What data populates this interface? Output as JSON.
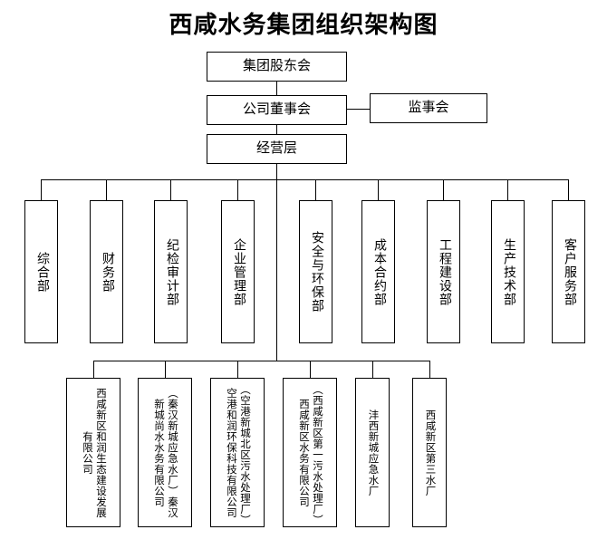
{
  "title": "西咸水务集团组织架构图",
  "colors": {
    "background": "#ffffff",
    "stroke": "#000000",
    "text": "#000000"
  },
  "top_level": {
    "shareholders": "集团股东会",
    "board": "公司董事会",
    "supervisors": "监事会",
    "management": "经营层"
  },
  "departments": [
    {
      "label": "综合部"
    },
    {
      "label": "财务部"
    },
    {
      "label": "纪检审计部"
    },
    {
      "label": "企业管理部"
    },
    {
      "label": "安全与环保部"
    },
    {
      "label": "成本合约部"
    },
    {
      "label": "工程建设部"
    },
    {
      "label": "生产技术部"
    },
    {
      "label": "客户服务部"
    }
  ],
  "subsidiaries": [
    {
      "label": "西咸新区和润生态建设发展有限公司"
    },
    {
      "label": "（秦汉新城应急水厂）秦汉新城尚水水务有限公司"
    },
    {
      "label": "（空港新城北区污水处理厂）空港和润环保科技有限公司"
    },
    {
      "label": "（西咸新区第一污水处理厂）西咸新区水务有限公司"
    },
    {
      "label": "沣西新城应急水厂"
    },
    {
      "label": "西咸新区第三水厂"
    }
  ]
}
